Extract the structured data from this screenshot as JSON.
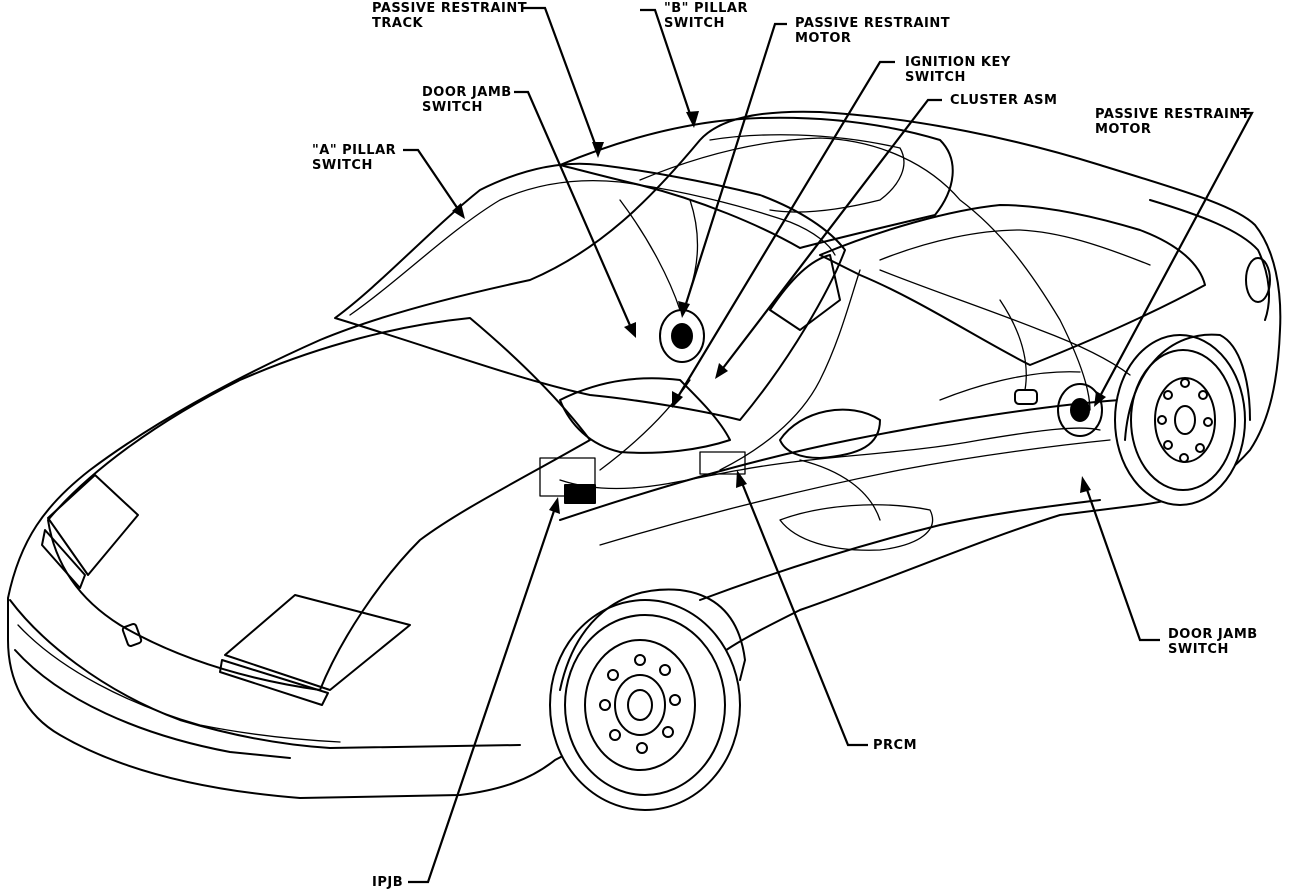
{
  "labels": {
    "passive_restraint_track": "PASSIVE RESTRAINT\nTRACK",
    "b_pillar_switch": "\"B\" PILLAR\nSWITCH",
    "passive_restraint_motor_top": "PASSIVE RESTRAINT\nMOTOR",
    "ignition_key_switch": "IGNITION KEY\nSWITCH",
    "cluster_asm": "CLUSTER ASM",
    "door_jamb_switch_top": "DOOR JAMB\nSWITCH",
    "a_pillar_switch": "\"A\" PILLAR\nSWITCH",
    "passive_restraint_motor_right": "PASSIVE RESTRAINT\nMOTOR",
    "door_jamb_switch_right": "DOOR JAMB\nSWITCH",
    "prcm": "PRCM",
    "ipjb": "IPJB"
  }
}
